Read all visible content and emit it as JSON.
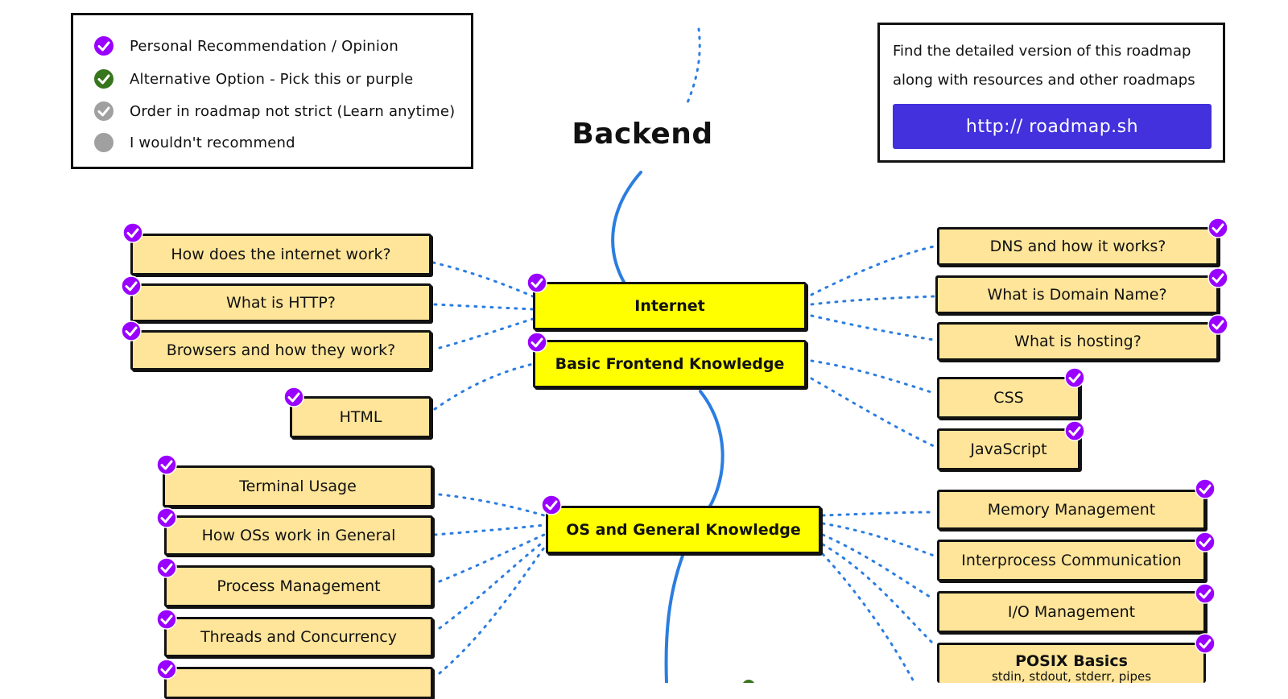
{
  "title": "Backend",
  "legend": [
    {
      "label": "Personal Recommendation / Opinion",
      "color": "#9900ff",
      "icon": "check-circle-icon"
    },
    {
      "label": "Alternative Option - Pick this or purple",
      "color": "#38761d",
      "icon": "check-circle-icon"
    },
    {
      "label": "Order in roadmap not strict (Learn anytime)",
      "color": "#a0a0a0",
      "icon": "check-circle-icon"
    },
    {
      "label": "I wouldn't recommend",
      "color": "#a0a0a0",
      "icon": "circle-icon"
    }
  ],
  "info": {
    "line1": "Find the detailed version of this roadmap",
    "line2": "along with resources and other roadmaps",
    "link": "http:// roadmap.sh"
  },
  "main_nodes": [
    {
      "label": "Internet"
    },
    {
      "label": "Basic Frontend Knowledge"
    },
    {
      "label": "OS and General Knowledge"
    }
  ],
  "left_nodes": [
    {
      "label": "How does the internet work?"
    },
    {
      "label": "What is HTTP?"
    },
    {
      "label": "Browsers and how they work?"
    },
    {
      "label": "HTML"
    },
    {
      "label": "Terminal Usage"
    },
    {
      "label": "How OSs work in General"
    },
    {
      "label": "Process Management"
    },
    {
      "label": "Threads and Concurrency"
    }
  ],
  "right_nodes": [
    {
      "label": "DNS and how it works?"
    },
    {
      "label": "What is Domain Name?"
    },
    {
      "label": "What is hosting?"
    },
    {
      "label": "CSS"
    },
    {
      "label": "JavaScript"
    },
    {
      "label": "Memory Management"
    },
    {
      "label": "Interprocess Communication"
    },
    {
      "label": "I/O Management"
    },
    {
      "label": "POSIX Basics",
      "sub": "stdin, stdout, stderr, pipes"
    }
  ],
  "colors": {
    "recommend": "#9900ff",
    "path": "#2b7de0",
    "dotted": "#2b7de0",
    "sub_node": "#ffe599",
    "main_node": "#ffff00",
    "link_button": "#4231dc"
  }
}
